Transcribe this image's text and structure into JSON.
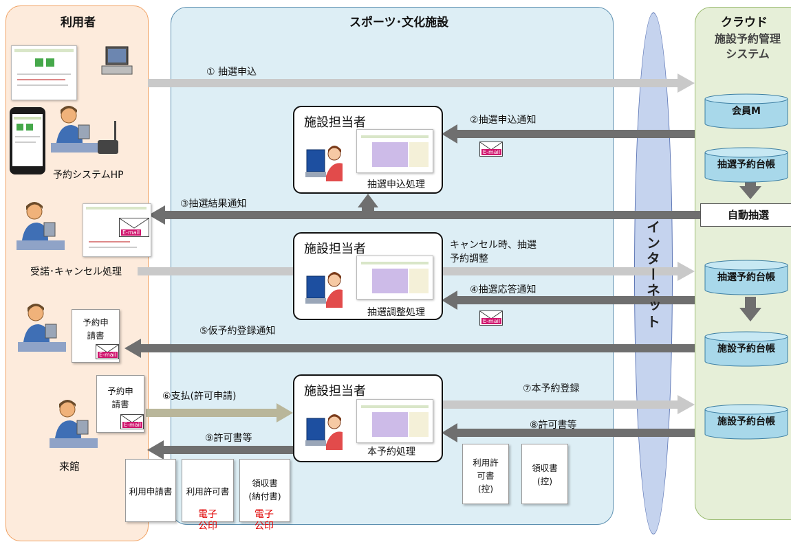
{
  "columns": {
    "user": "利用者",
    "facility": "スポーツ･文化施設",
    "cloud": "クラウド",
    "cloud_system": [
      "施設予約管理",
      "システム"
    ],
    "internet": "インターネット"
  },
  "user_labels": {
    "hp": "予約システムHP",
    "cancel": "受諾･キャンセル処理",
    "visit": "来館"
  },
  "staff": {
    "title": "施設担当者",
    "proc1": "抽選申込処理",
    "proc2": "抽選調整処理",
    "proc3": "本予約処理"
  },
  "flows": {
    "f1": "① 抽選申込",
    "f2": "②抽選申込通知",
    "f3": "③抽選結果通知",
    "cancel_note": [
      "キャンセル時、抽選",
      "予約調整"
    ],
    "f4": "④抽選応答通知",
    "f5": "⑤仮予約登録通知",
    "f6": "⑥支払(許可申請)",
    "f7": "⑦本予約登録",
    "f8": "⑧許可書等",
    "f9": "⑨許可書等"
  },
  "db": {
    "member": "会員M",
    "lottery1": "抽選予約台帳",
    "auto": "自動抽選",
    "lottery2": "抽選予約台帳",
    "facility1": "施設予約台帳",
    "facility2": "施設予約台帳"
  },
  "docs": {
    "app_form_1": [
      "予約申",
      "請書"
    ],
    "app_form_2": [
      "予約申",
      "請書"
    ],
    "use_app": "利用申請書",
    "use_permit": "利用許可書",
    "receipt": [
      "領収書",
      "(納付書)"
    ],
    "permit_copy": [
      "利用許",
      "可書",
      "(控)"
    ],
    "receipt_copy": [
      "領収書",
      "(控)"
    ],
    "seal": [
      "電子",
      "公印"
    ],
    "email": "E-mail"
  },
  "colors": {
    "user_bg": "#fdebdc",
    "facility_bg": "#ddeef5",
    "cloud_bg": "#e6efd8",
    "internet_bg": "#c5d3ee",
    "db_fill": "#a8d8ea",
    "arrow_light": "#c9c9c9",
    "arrow_dark": "#6f6f6f",
    "arrow_tan": "#b9b69a",
    "seal_red": "#e00000"
  }
}
